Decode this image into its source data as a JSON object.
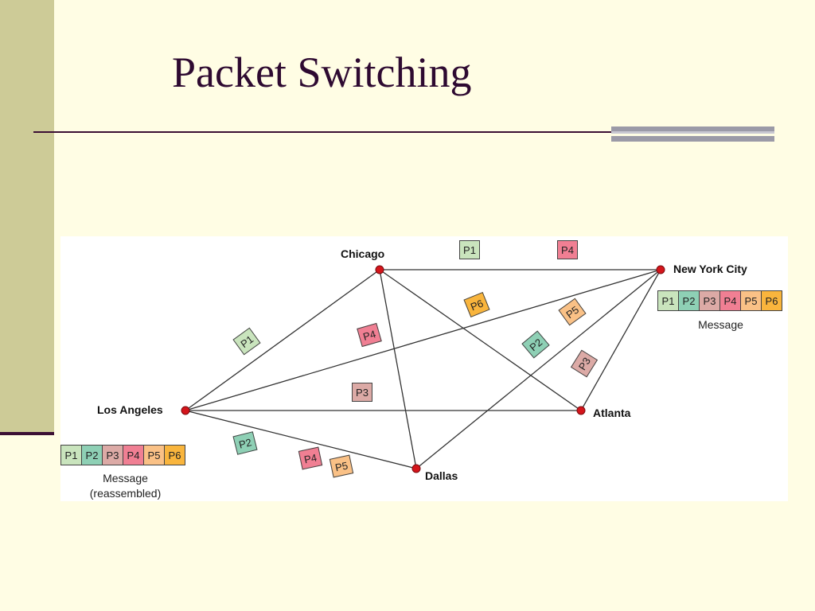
{
  "slide": {
    "title": "Packet Switching"
  },
  "diagram": {
    "cities": {
      "chicago": "Chicago",
      "new_york": "New York City",
      "los_angeles": "Los Angeles",
      "atlanta": "Atlanta",
      "dallas": "Dallas"
    },
    "packet_labels": {
      "p1": "P1",
      "p2": "P2",
      "p3": "P3",
      "p4": "P4",
      "p5": "P5",
      "p6": "P6"
    },
    "packet_colors": {
      "p1": "#c9e4bd",
      "p2": "#8ed0b5",
      "p3": "#dcaaa6",
      "p4": "#f07f93",
      "p5": "#fac186",
      "p6": "#f9b53d"
    },
    "source_message": {
      "cells": [
        "P1",
        "P2",
        "P3",
        "P4",
        "P5",
        "P6"
      ],
      "caption": "Message"
    },
    "reassembled_message": {
      "cells": [
        "P1",
        "P2",
        "P3",
        "P4",
        "P5",
        "P6"
      ],
      "caption_line1": "Message",
      "caption_line2": "(reassembled)"
    },
    "node_color": "#d4151b",
    "link_color": "#333333"
  }
}
